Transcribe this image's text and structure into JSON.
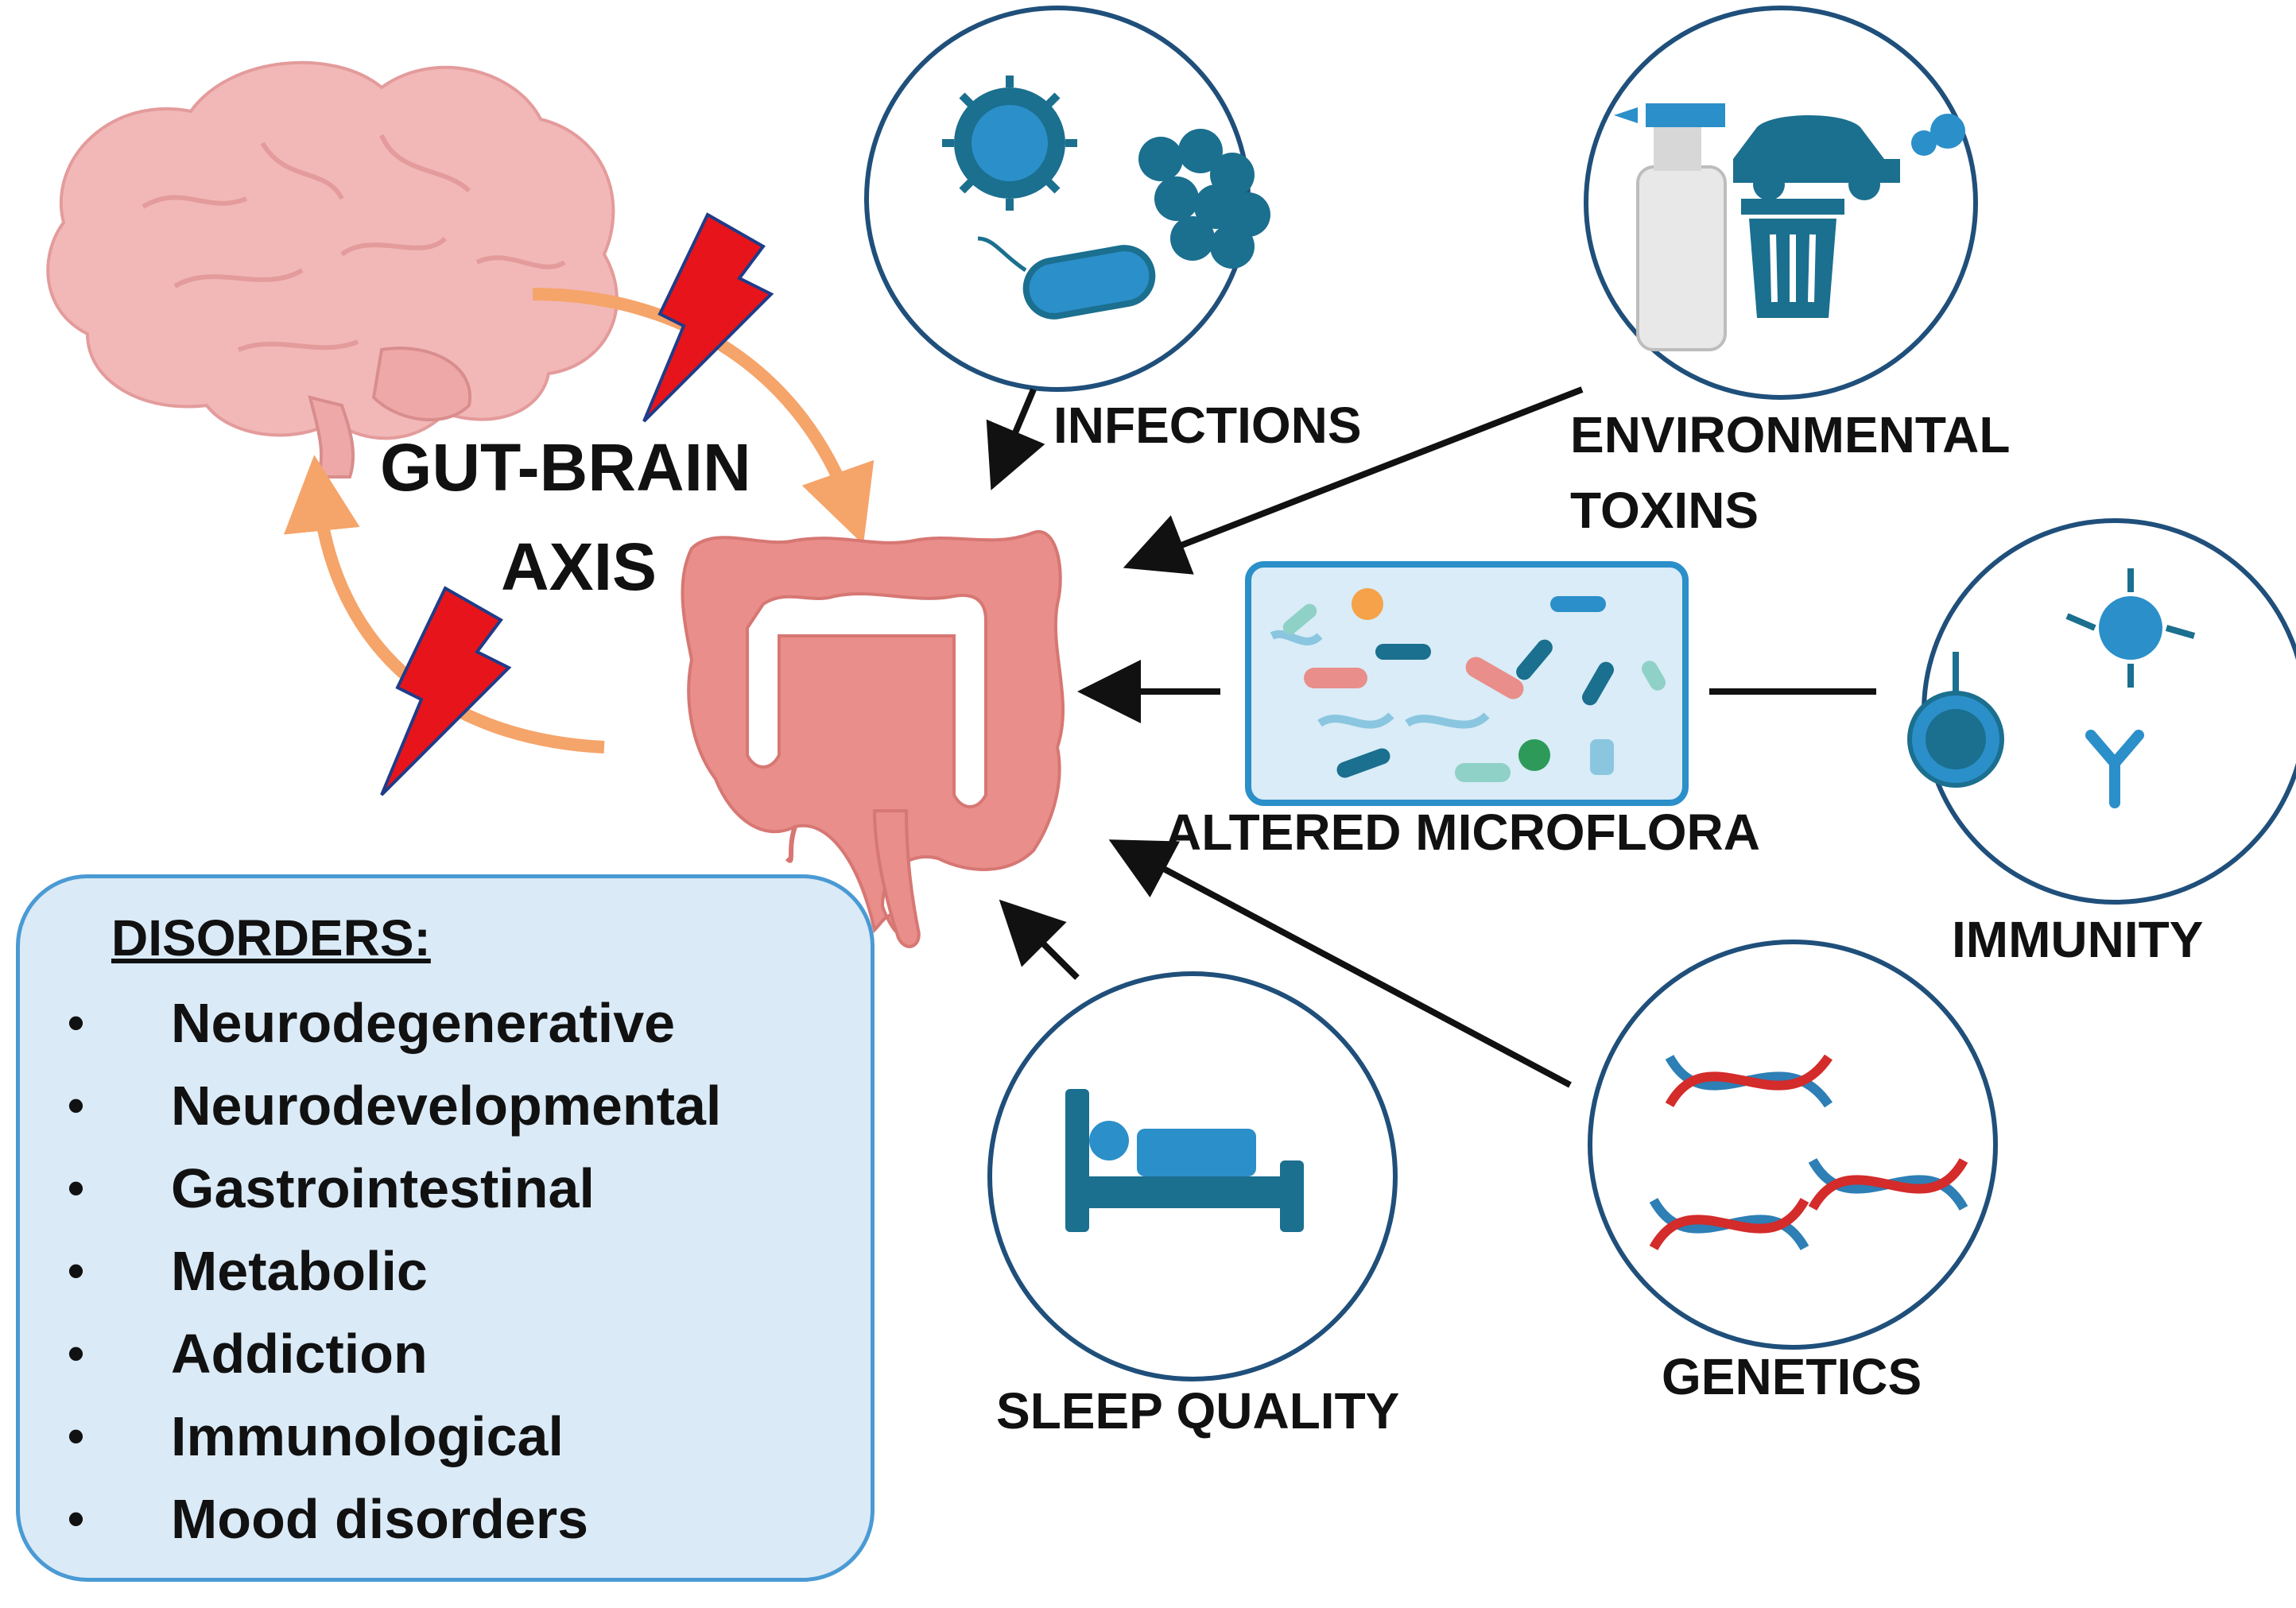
{
  "title": {
    "line1": "GUT-BRAIN",
    "line2": "AXIS"
  },
  "factors": {
    "infections": "INFECTIONS",
    "environmental_line1": "ENVIRONMENTAL",
    "environmental_line2": "TOXINS",
    "altered_microflora": "ALTERED MICROFLORA",
    "immunity": "IMMUNITY",
    "sleep_quality": "SLEEP QUALITY",
    "genetics": "GENETICS"
  },
  "disorders": {
    "heading": "DISORDERS:",
    "items": [
      "Neurodegenerative",
      "Neurodevelopmental",
      "Gastrointestinal",
      "Metabolic",
      "Addiction",
      "Immunological",
      "Mood disorders"
    ]
  },
  "colors": {
    "brain": "#f2b8b8",
    "gut": "#e98e8a",
    "arrow_orange": "#f5a46a",
    "lightning": "#e8141b",
    "circle_stroke": "#1f4f7a",
    "icon_teal": "#1b6f8f",
    "icon_blue": "#2b8fc9",
    "dna_red": "#d42b2b",
    "dna_blue": "#2d7fb5",
    "box_fill": "#dbeaf7",
    "box_stroke": "#4a9ad4"
  },
  "icons": [
    "brain-icon",
    "gut-icon",
    "virus-icon",
    "bacteria-cluster-icon",
    "bacillus-icon",
    "spray-bottle-icon",
    "car-icon",
    "trash-can-icon",
    "microbes-icon",
    "immune-cell-icon",
    "antibody-icon",
    "bed-icon",
    "dna-icon",
    "lightning-icon"
  ]
}
